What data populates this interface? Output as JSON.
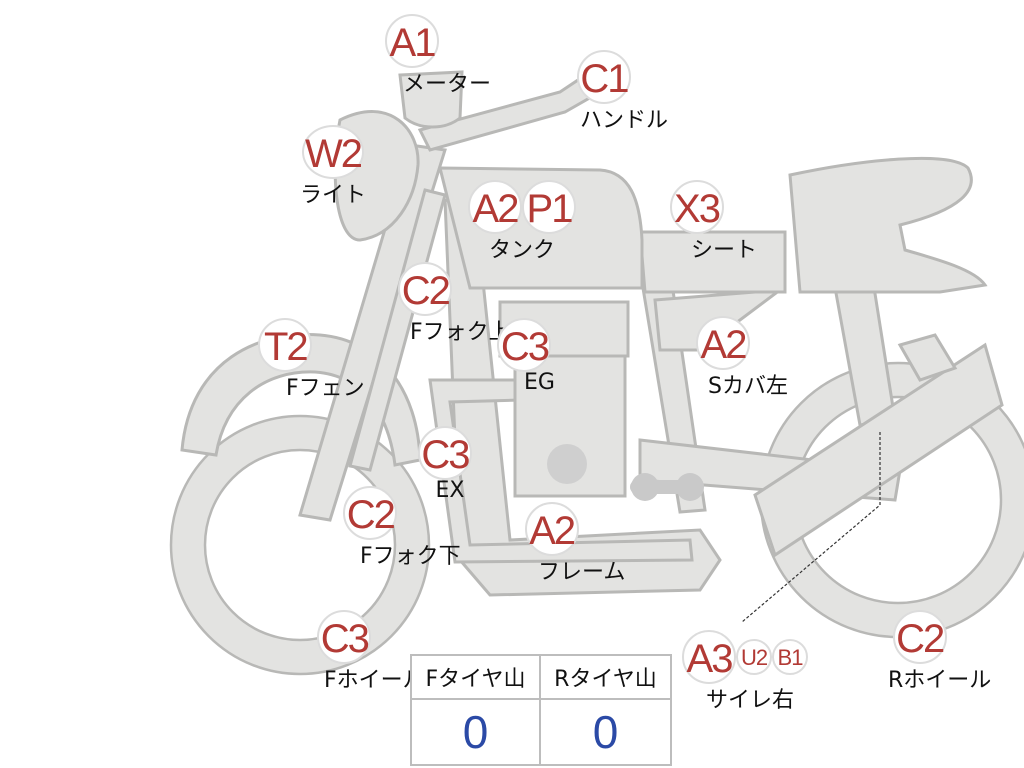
{
  "callouts": [
    {
      "id": "meter",
      "codes": [
        "A1"
      ],
      "label": "メーター"
    },
    {
      "id": "handle",
      "codes": [
        "C1"
      ],
      "label": "ハンドル"
    },
    {
      "id": "light",
      "codes": [
        "W2"
      ],
      "label": "ライト"
    },
    {
      "id": "tank",
      "codes": [
        "A2",
        "P1"
      ],
      "label": "タンク"
    },
    {
      "id": "seat",
      "codes": [
        "X3"
      ],
      "label": "シート"
    },
    {
      "id": "fork-upper",
      "codes": [
        "C2"
      ],
      "label": "Fフォク上"
    },
    {
      "id": "f-fender",
      "codes": [
        "T2"
      ],
      "label": "Fフェン"
    },
    {
      "id": "engine",
      "codes": [
        "C3"
      ],
      "label": "EG"
    },
    {
      "id": "side-cover-left",
      "codes": [
        "A2"
      ],
      "label": "Sカバ左"
    },
    {
      "id": "exhaust",
      "codes": [
        "C3"
      ],
      "label": "EX"
    },
    {
      "id": "fork-lower",
      "codes": [
        "C2"
      ],
      "label": "Fフォク下"
    },
    {
      "id": "frame",
      "codes": [
        "A2"
      ],
      "label": "フレーム"
    },
    {
      "id": "f-wheel",
      "codes": [
        "C3"
      ],
      "label": "Fホイール"
    },
    {
      "id": "muffler-right",
      "codes": [
        "A3",
        "U2",
        "B1"
      ],
      "label": "サイレ右"
    },
    {
      "id": "r-wheel",
      "codes": [
        "C2"
      ],
      "label": "Rホイール"
    }
  ],
  "tread_table": {
    "front_header": "Fタイヤ山",
    "rear_header": "Rタイヤ山",
    "front_value": "0",
    "rear_value": "0"
  },
  "colors": {
    "bike_fill": "#e3e3e1",
    "bike_outline": "#b8b8b6",
    "badge_text": "#b23a35",
    "value_text": "#2b4aa6"
  }
}
